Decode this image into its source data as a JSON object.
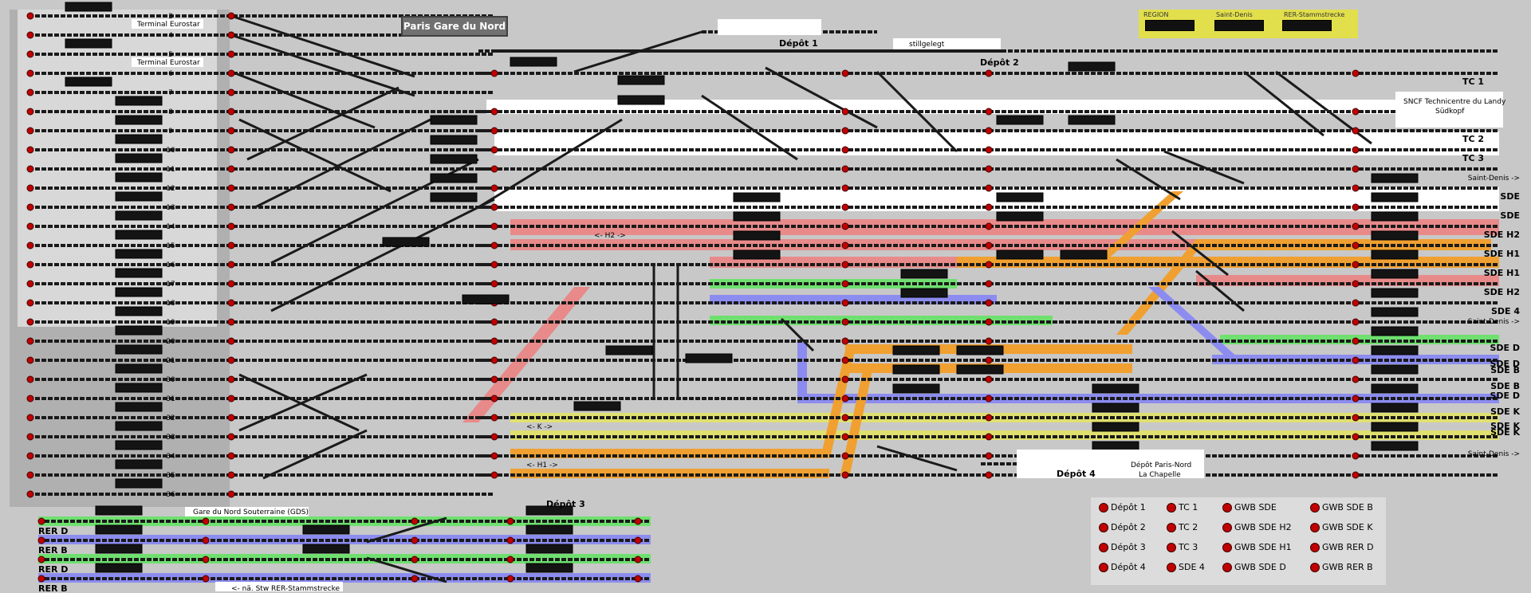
{
  "title": "Paris Gare du Nord",
  "legend": [
    {
      "label": "REGION",
      "color": "#111111"
    },
    {
      "label": "Saint-Denis",
      "color": "#111111"
    },
    {
      "label": "RER-Stammstrecke",
      "color": "#111111"
    }
  ],
  "track_numbers": [
    "3",
    "4",
    "5",
    "6",
    "7",
    "8",
    "9",
    "10",
    "11",
    "12",
    "13",
    "14",
    "15",
    "16",
    "17",
    "18",
    "19",
    "20",
    "21",
    "30",
    "31",
    "32",
    "33",
    "34",
    "35",
    "36"
  ],
  "labels": {
    "eurostar_1": "Terminal Eurostar",
    "eurostar_2": "Terminal Eurostar",
    "depot1": "Dépôt 1",
    "depot2": "Dépôt 2",
    "depot3": "Dépôt 3",
    "depot4": "Dépôt 4",
    "stillgelegt": "stillgelegt",
    "tc1": "TC 1",
    "tc2": "TC 2",
    "tc3": "TC 3",
    "technicentre": "SNCF Technicentre du Landy",
    "suedkopf": "Südkopf",
    "depot_pn1": "Dépôt Paris-Nord",
    "depot_pn2": "La Chapelle",
    "gds": "Gare du Nord Souterraine (GDS)",
    "rer_stamm": "<- nä. Stw RER-Stammstrecke",
    "h2": "<- H2 ->",
    "k": "<- K ->",
    "h1": "<- H1 ->"
  },
  "right_labels": [
    "Saint-Denis ->",
    "SDE",
    "SDE",
    "SDE H2",
    "SDE H1",
    "SDE H1",
    "SDE H2",
    "SDE 4",
    "Saint-Denis ->",
    "SDE D",
    "SDE D",
    "SDE B",
    "SDE B",
    "SDE D",
    "SDE K",
    "SDE K",
    "SDE K",
    "Saint-Denis ->"
  ],
  "rer_labels": [
    "RER D",
    "RER B",
    "RER D",
    "RER B"
  ],
  "buttons": [
    {
      "label": "Dépôt 1"
    },
    {
      "label": "TC 1"
    },
    {
      "label": "GWB SDE"
    },
    {
      "label": "GWB SDE B"
    },
    {
      "label": "Dépôt 2"
    },
    {
      "label": "TC 2"
    },
    {
      "label": "GWB SDE H2"
    },
    {
      "label": "GWB SDE K"
    },
    {
      "label": "Dépôt 3"
    },
    {
      "label": "TC 3"
    },
    {
      "label": "GWB SDE H1"
    },
    {
      "label": "GWB RER D"
    },
    {
      "label": "Dépôt 4"
    },
    {
      "label": "SDE 4"
    },
    {
      "label": "GWB SDE D"
    },
    {
      "label": "GWB RER B"
    }
  ],
  "colors": {
    "background": "#c8c8c8",
    "track": "#1a1a1a",
    "signal": "#c00000",
    "route_red": "#e88a8a",
    "route_green": "#6fe06f",
    "route_blue": "#8c8cf0",
    "route_orange": "#f0a030",
    "route_yellow": "#e0e070",
    "route_white": "#ffffff"
  }
}
